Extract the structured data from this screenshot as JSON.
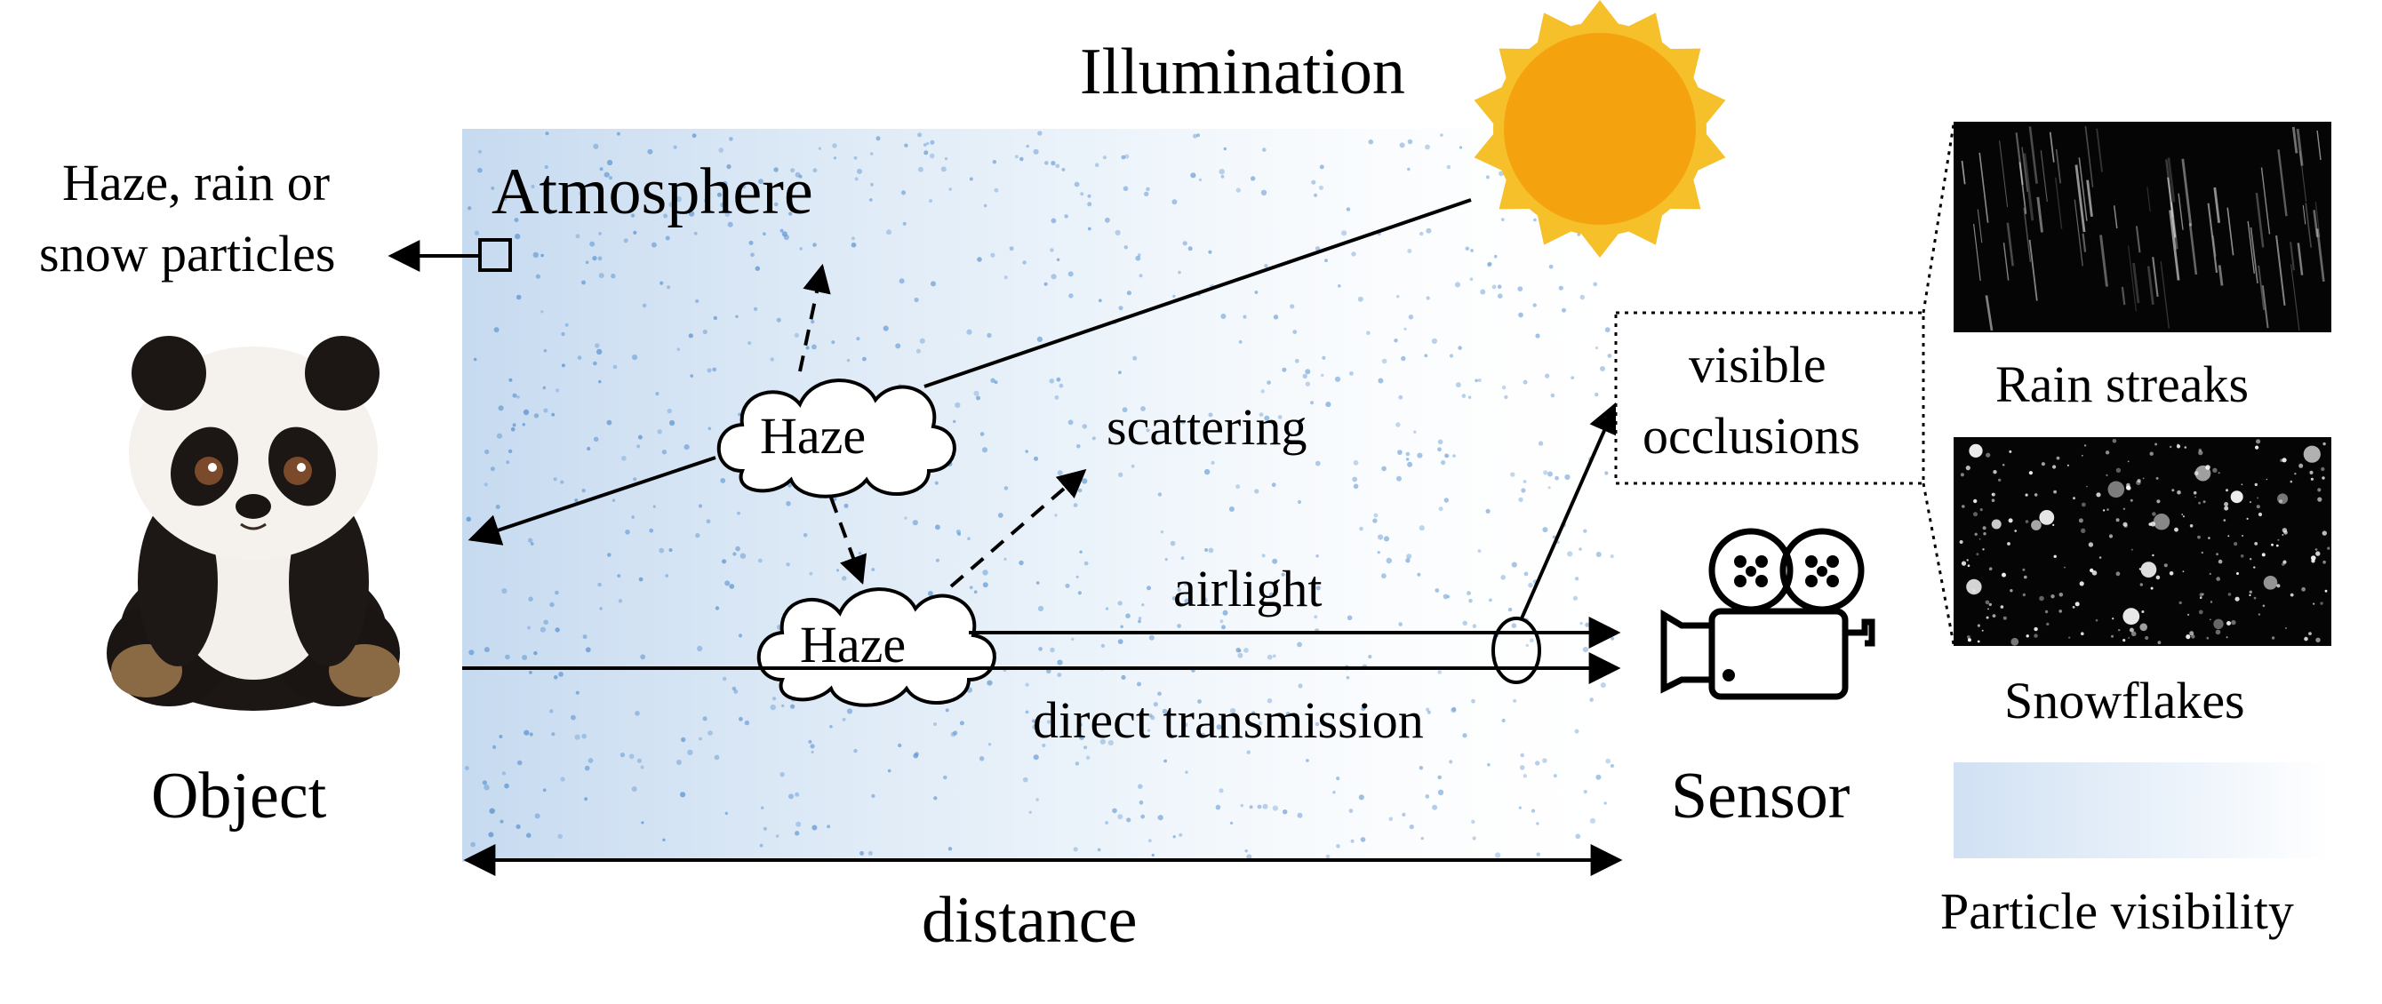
{
  "labels": {
    "illumination": "Illumination",
    "atmosphere": "Atmosphere",
    "particles_line1": "Haze, rain or",
    "particles_line2": "snow particles",
    "object": "Object",
    "sensor": "Sensor",
    "distance": "distance",
    "scattering": "scattering",
    "airlight": "airlight",
    "direct_transmission": "direct transmission",
    "visible_line1": "visible",
    "visible_line2": "occlusions",
    "rain_streaks": "Rain streaks",
    "snowflakes": "Snowflakes",
    "particle_visibility": "Particle visibility",
    "haze_upper": "Haze",
    "haze_lower": "Haze"
  },
  "colors": {
    "sun_outer": "#f5c02a",
    "sun_inner": "#f4a30e",
    "atmosphere_tint": "#c9dcf1",
    "particle_dot": "#5b93cf",
    "line": "#000000"
  },
  "icons": {
    "object": "panda-plush-icon",
    "sensor": "movie-camera-icon",
    "illumination": "sun-icon"
  }
}
